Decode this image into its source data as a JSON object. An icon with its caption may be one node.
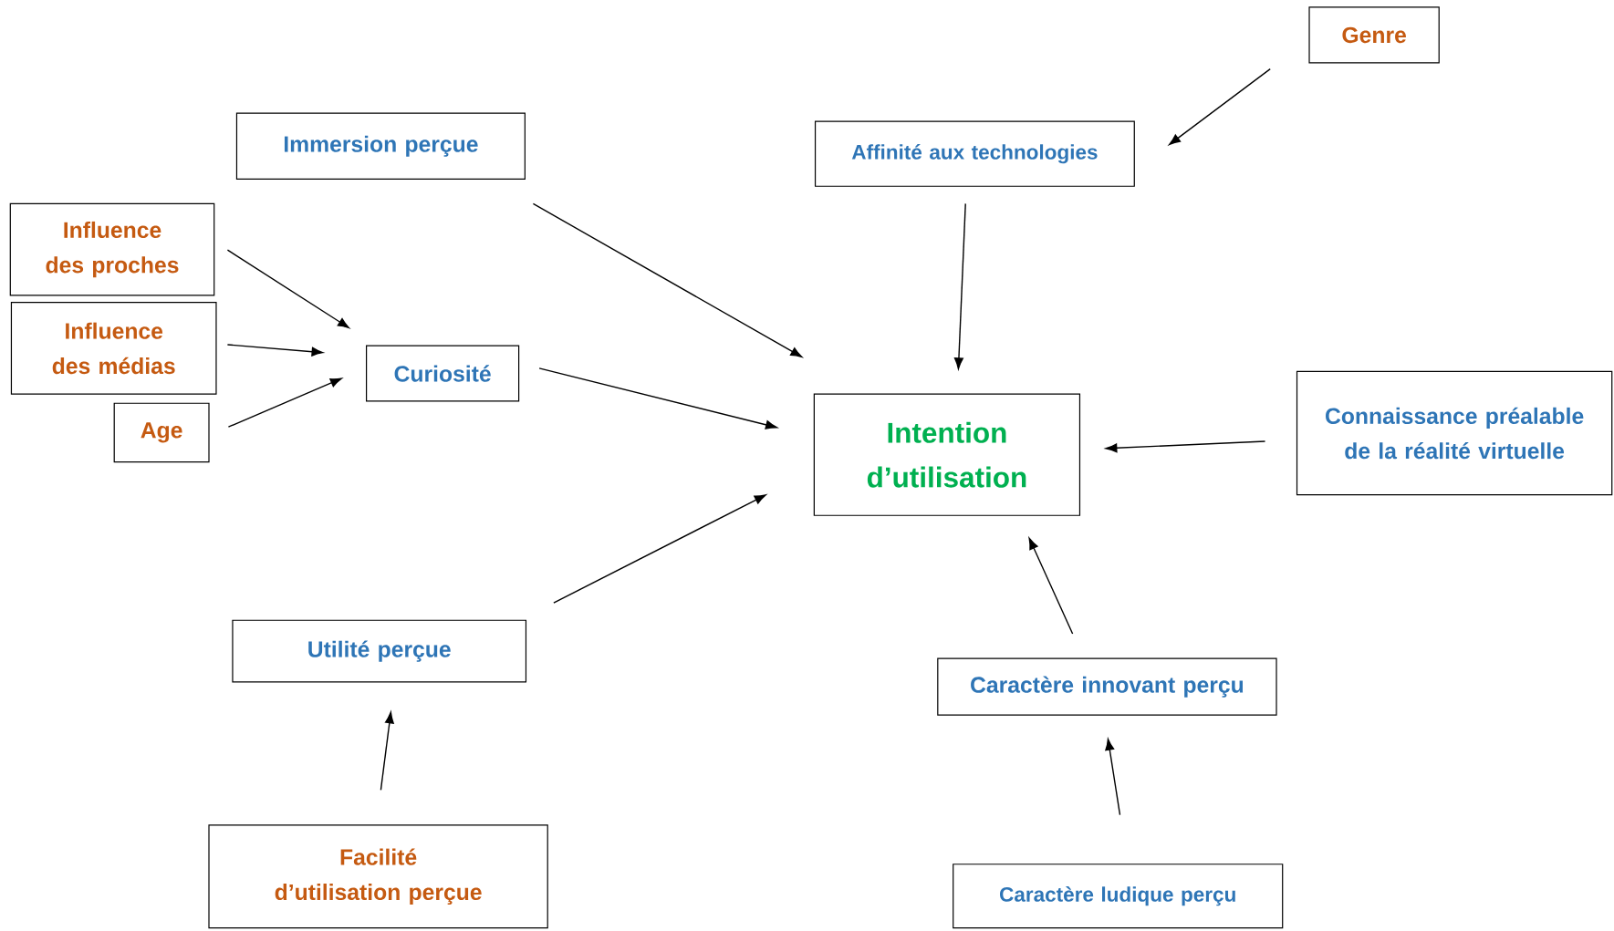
{
  "diagram": {
    "nodes": [
      {
        "text": [
          "Genre"
        ]
      },
      {
        "text": [
          "Immersion perçue"
        ]
      },
      {
        "text": [
          "Affinité aux technologies"
        ]
      },
      {
        "text": [
          "Influence des proches"
        ]
      },
      {
        "text": [
          "Influence des médias"
        ]
      },
      {
        "text": [
          "Curiosité"
        ]
      },
      {
        "text": [
          "Age"
        ]
      },
      {
        "text": [
          "Intention d’utilisation"
        ]
      },
      {
        "text": [
          "Connaissance préalable de la réalité virtuelle"
        ]
      },
      {
        "text": [
          "Utilité perçue"
        ]
      },
      {
        "text": [
          "Caractère innovant perçu"
        ]
      },
      {
        "text": [
          "Facilité d’utilisation perçue"
        ]
      },
      {
        "text": [
          "Caractère ludique perçu"
        ]
      }
    ],
    "edges": [
      {
        "from": 0,
        "to": 2,
        "arrow": "to"
      },
      {
        "from": 1,
        "to": 7,
        "arrow": "to"
      },
      {
        "from": 2,
        "to": 7,
        "arrow": "to"
      },
      {
        "from": 3,
        "to": 5,
        "arrow": "to"
      },
      {
        "from": 4,
        "to": 5,
        "arrow": "to"
      },
      {
        "from": 6,
        "to": 5,
        "arrow": "to"
      },
      {
        "from": 5,
        "to": 7,
        "arrow": "to"
      },
      {
        "from": 8,
        "to": 7,
        "arrow": "to"
      },
      {
        "from": 9,
        "to": 7,
        "arrow": "to"
      },
      {
        "from": 10,
        "to": 7,
        "arrow": "to"
      },
      {
        "from": 11,
        "to": 9,
        "arrow": "to"
      },
      {
        "from": 12,
        "to": 10,
        "arrow": "to"
      }
    ]
  }
}
